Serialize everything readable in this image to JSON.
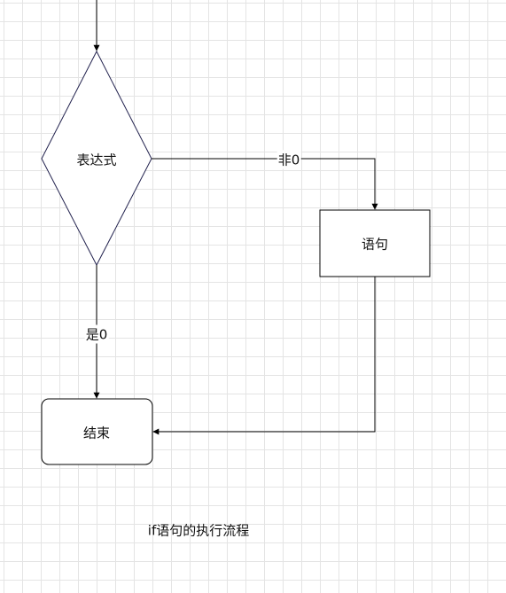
{
  "nodes": {
    "decision": {
      "label": "表达式",
      "shape": "diamond"
    },
    "statement": {
      "label": "语句",
      "shape": "rectangle"
    },
    "end": {
      "label": "结束",
      "shape": "rounded-rectangle"
    }
  },
  "edges": {
    "nonzero": {
      "label": "非0",
      "from": "decision",
      "to": "statement"
    },
    "zero": {
      "label": "是0",
      "from": "decision",
      "to": "end"
    },
    "statement_to_end": {
      "label": "",
      "from": "statement",
      "to": "end"
    }
  },
  "caption": "if语句的执行流程",
  "colors": {
    "line": "#000000",
    "diamond_stroke": "#23234f",
    "grid": "#e4e4e4",
    "background": "#ffffff"
  }
}
